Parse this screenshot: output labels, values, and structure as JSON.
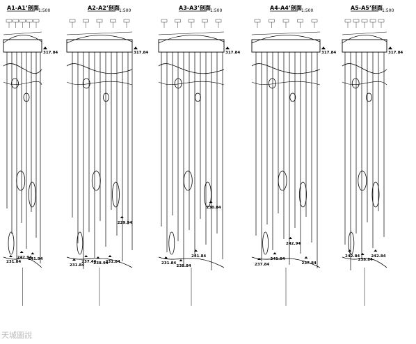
{
  "sections": [
    {
      "title": "A1-A1’剖面",
      "scale": "1:500",
      "top_elev": "317.84",
      "base_elevs": [
        "231.84",
        "242.94",
        "241.94"
      ]
    },
    {
      "title": "A2-A2’剖面",
      "scale": "1:500",
      "top_elev": "317.84",
      "base_elevs": [
        "231.84",
        "237.46",
        "238.94",
        "231.84",
        "229.94"
      ]
    },
    {
      "title": "A3-A3’剖面",
      "scale": "1:500",
      "top_elev": "317.84",
      "base_elevs": [
        "231.84",
        "238.84",
        "241.84",
        "230.84"
      ]
    },
    {
      "title": "A4-A4’剖面",
      "scale": "1:500",
      "top_elev": "317.84",
      "base_elevs": [
        "237.84",
        "241.84",
        "242.94",
        "237.84"
      ]
    },
    {
      "title": "A5-A5’剖面",
      "scale": "1:500",
      "top_elev": "317.84",
      "base_elevs": [
        "242.84",
        "238.84",
        "242.84"
      ]
    }
  ],
  "watermark": "天城圖說"
}
